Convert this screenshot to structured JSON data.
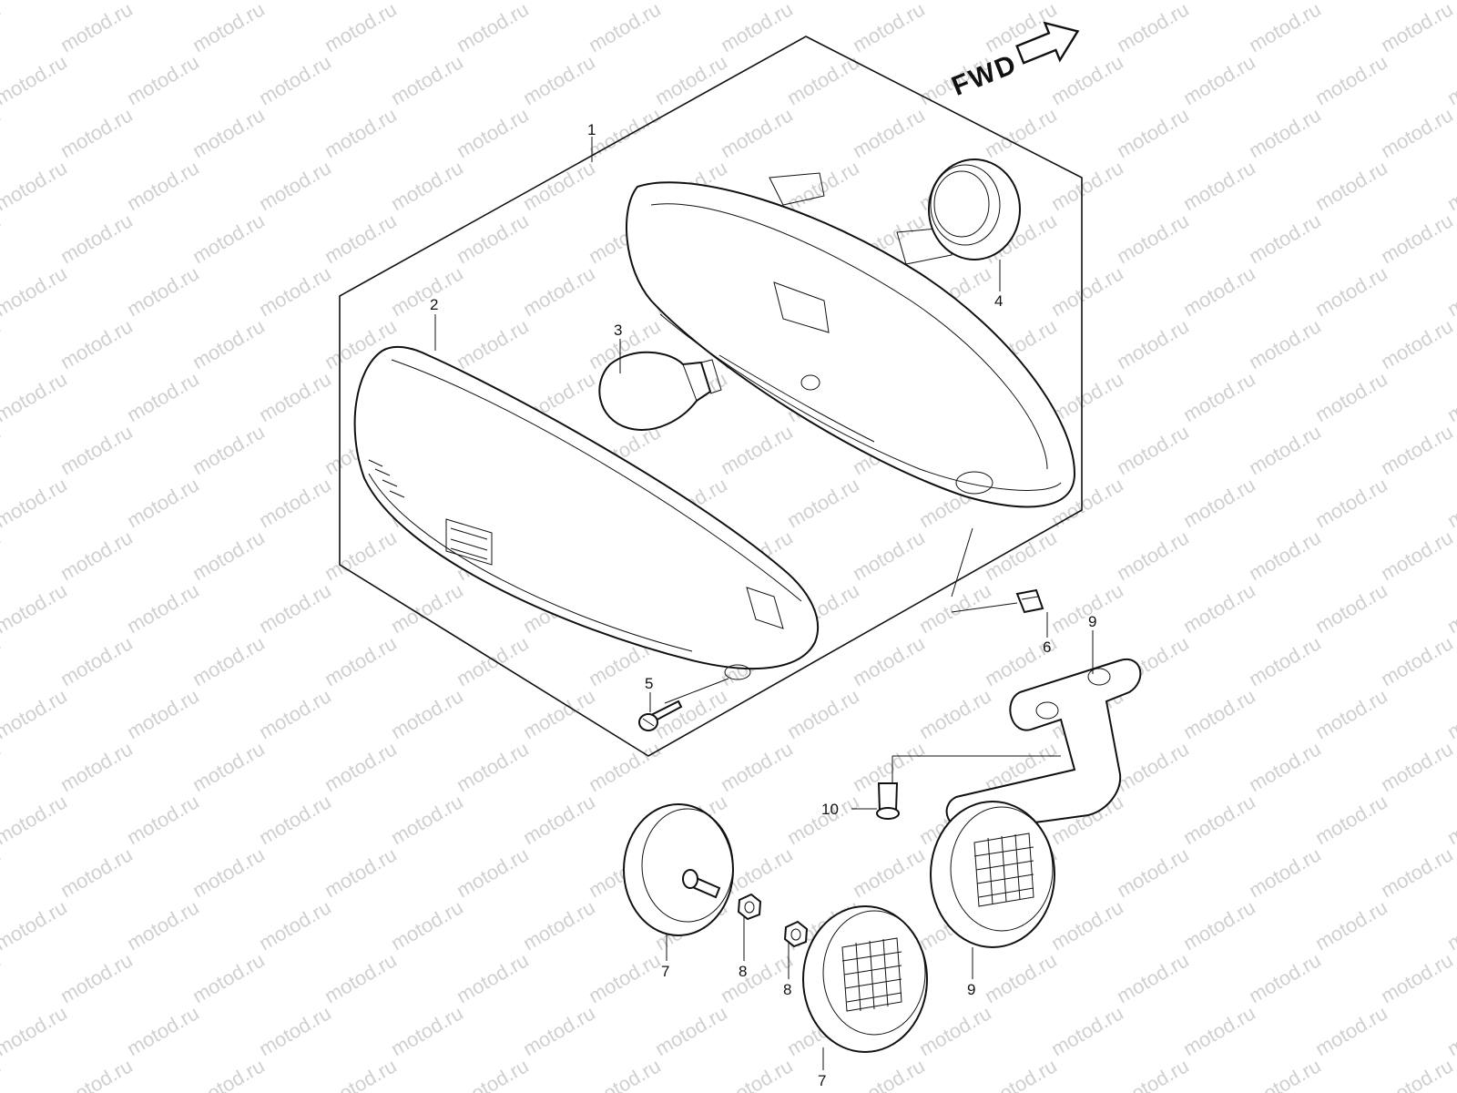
{
  "watermark": "motod.ru",
  "direction": {
    "label": "FWD",
    "arrow_icon": "right-arrow-icon"
  },
  "callouts": [
    {
      "id": "c1",
      "number": "1"
    },
    {
      "id": "c2",
      "number": "2"
    },
    {
      "id": "c3",
      "number": "3"
    },
    {
      "id": "c4",
      "number": "4"
    },
    {
      "id": "c5",
      "number": "5"
    },
    {
      "id": "c6",
      "number": "6"
    },
    {
      "id": "c9a",
      "number": "9"
    },
    {
      "id": "c10",
      "number": "10"
    },
    {
      "id": "c7a",
      "number": "7"
    },
    {
      "id": "c8a",
      "number": "8"
    },
    {
      "id": "c8b",
      "number": "8"
    },
    {
      "id": "c7b",
      "number": "7"
    },
    {
      "id": "c9b",
      "number": "9"
    }
  ],
  "colors": {
    "line": "#111111",
    "watermark": "#d0d0d0",
    "background": "#ffffff"
  }
}
